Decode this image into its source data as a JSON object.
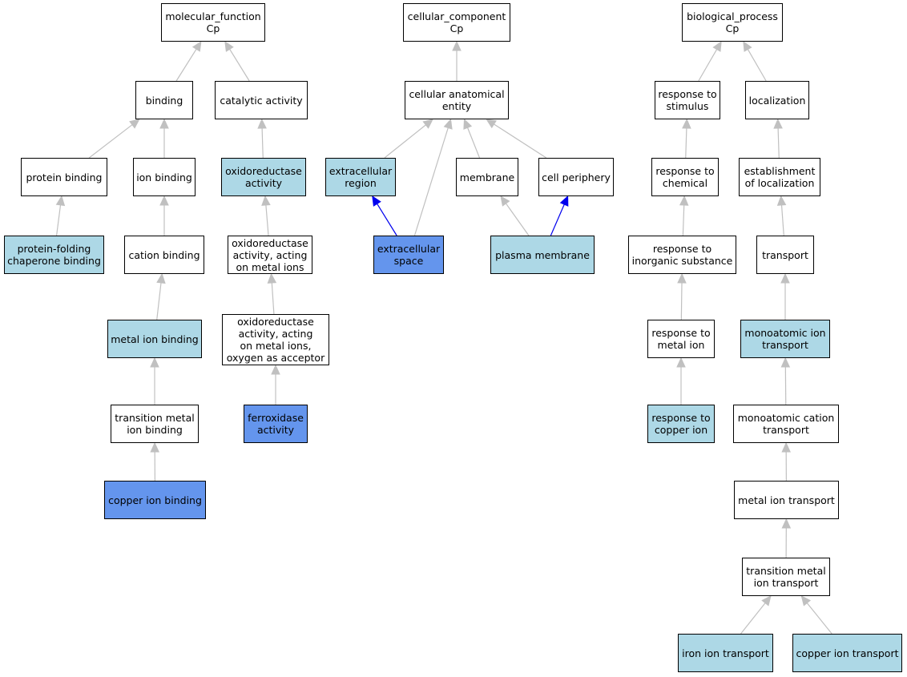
{
  "colors": {
    "plain": "#ffffff",
    "light": "#add8e6",
    "dark": "#6495ed",
    "edge_gray": "#c0c0c0",
    "edge_blue": "#0000ee"
  },
  "nodes": {
    "mf": {
      "label": "molecular_function\nCp",
      "style": "plain"
    },
    "binding": {
      "label": "binding",
      "style": "plain"
    },
    "catalytic": {
      "label": "catalytic activity",
      "style": "plain"
    },
    "protein_binding": {
      "label": "protein binding",
      "style": "plain"
    },
    "ion_binding": {
      "label": "ion binding",
      "style": "plain"
    },
    "oxidoreductase": {
      "label": "oxidoreductase\nactivity",
      "style": "light"
    },
    "chaperone": {
      "label": "protein-folding\nchaperone binding",
      "style": "light"
    },
    "cation_binding": {
      "label": "cation binding",
      "style": "plain"
    },
    "oxido_metal": {
      "label": "oxidoreductase\nactivity, acting\non metal ions",
      "style": "plain"
    },
    "metal_ion_binding": {
      "label": "metal ion binding",
      "style": "light"
    },
    "oxido_oxygen": {
      "label": "oxidoreductase\nactivity, acting\non metal ions,\noxygen as acceptor",
      "style": "plain"
    },
    "transition_metal_binding": {
      "label": "transition metal\nion binding",
      "style": "plain"
    },
    "ferroxidase": {
      "label": "ferroxidase\nactivity",
      "style": "dark"
    },
    "copper_binding": {
      "label": "copper ion binding",
      "style": "dark"
    },
    "cc": {
      "label": "cellular_component\nCp",
      "style": "plain"
    },
    "anatomical": {
      "label": "cellular anatomical\nentity",
      "style": "plain"
    },
    "extracellular_region": {
      "label": "extracellular\nregion",
      "style": "light"
    },
    "membrane": {
      "label": "membrane",
      "style": "plain"
    },
    "cell_periphery": {
      "label": "cell periphery",
      "style": "plain"
    },
    "extracellular_space": {
      "label": "extracellular\nspace",
      "style": "dark"
    },
    "plasma_membrane": {
      "label": "plasma membrane",
      "style": "light"
    },
    "bp": {
      "label": "biological_process\nCp",
      "style": "plain"
    },
    "stimulus": {
      "label": "response to\nstimulus",
      "style": "plain"
    },
    "localization": {
      "label": "localization",
      "style": "plain"
    },
    "chemical": {
      "label": "response to\nchemical",
      "style": "plain"
    },
    "establishment": {
      "label": "establishment\nof localization",
      "style": "plain"
    },
    "inorganic": {
      "label": "response to\ninorganic substance",
      "style": "plain"
    },
    "transport": {
      "label": "transport",
      "style": "plain"
    },
    "metal_ion_resp": {
      "label": "response to\nmetal ion",
      "style": "plain"
    },
    "monoatomic_ion": {
      "label": "monoatomic ion\ntransport",
      "style": "light"
    },
    "copper_resp": {
      "label": "response to\ncopper ion",
      "style": "light"
    },
    "monoatomic_cation": {
      "label": "monoatomic cation\ntransport",
      "style": "plain"
    },
    "metal_ion_transport": {
      "label": "metal ion transport",
      "style": "plain"
    },
    "transition_transport": {
      "label": "transition metal\nion transport",
      "style": "plain"
    },
    "iron_transport": {
      "label": "iron ion transport",
      "style": "light"
    },
    "copper_transport": {
      "label": "copper ion transport",
      "style": "light"
    }
  },
  "edges": [
    {
      "from": "binding",
      "to": "mf",
      "color": "gray"
    },
    {
      "from": "catalytic",
      "to": "mf",
      "color": "gray"
    },
    {
      "from": "protein_binding",
      "to": "binding",
      "color": "gray"
    },
    {
      "from": "ion_binding",
      "to": "binding",
      "color": "gray"
    },
    {
      "from": "oxidoreductase",
      "to": "catalytic",
      "color": "gray"
    },
    {
      "from": "chaperone",
      "to": "protein_binding",
      "color": "gray"
    },
    {
      "from": "cation_binding",
      "to": "ion_binding",
      "color": "gray"
    },
    {
      "from": "oxido_metal",
      "to": "oxidoreductase",
      "color": "gray"
    },
    {
      "from": "metal_ion_binding",
      "to": "cation_binding",
      "color": "gray"
    },
    {
      "from": "oxido_oxygen",
      "to": "oxido_metal",
      "color": "gray"
    },
    {
      "from": "transition_metal_binding",
      "to": "metal_ion_binding",
      "color": "gray"
    },
    {
      "from": "ferroxidase",
      "to": "oxido_oxygen",
      "color": "gray"
    },
    {
      "from": "copper_binding",
      "to": "transition_metal_binding",
      "color": "gray"
    },
    {
      "from": "anatomical",
      "to": "cc",
      "color": "gray"
    },
    {
      "from": "extracellular_region",
      "to": "anatomical",
      "color": "gray"
    },
    {
      "from": "membrane",
      "to": "anatomical",
      "color": "gray"
    },
    {
      "from": "cell_periphery",
      "to": "anatomical",
      "color": "gray"
    },
    {
      "from": "extracellular_space",
      "to": "anatomical",
      "color": "gray"
    },
    {
      "from": "extracellular_space",
      "to": "extracellular_region",
      "color": "blue"
    },
    {
      "from": "plasma_membrane",
      "to": "membrane",
      "color": "gray"
    },
    {
      "from": "plasma_membrane",
      "to": "cell_periphery",
      "color": "blue"
    },
    {
      "from": "stimulus",
      "to": "bp",
      "color": "gray"
    },
    {
      "from": "localization",
      "to": "bp",
      "color": "gray"
    },
    {
      "from": "chemical",
      "to": "stimulus",
      "color": "gray"
    },
    {
      "from": "establishment",
      "to": "localization",
      "color": "gray"
    },
    {
      "from": "inorganic",
      "to": "chemical",
      "color": "gray"
    },
    {
      "from": "transport",
      "to": "establishment",
      "color": "gray"
    },
    {
      "from": "metal_ion_resp",
      "to": "inorganic",
      "color": "gray"
    },
    {
      "from": "monoatomic_ion",
      "to": "transport",
      "color": "gray"
    },
    {
      "from": "copper_resp",
      "to": "metal_ion_resp",
      "color": "gray"
    },
    {
      "from": "monoatomic_cation",
      "to": "monoatomic_ion",
      "color": "gray"
    },
    {
      "from": "metal_ion_transport",
      "to": "monoatomic_cation",
      "color": "gray"
    },
    {
      "from": "transition_transport",
      "to": "metal_ion_transport",
      "color": "gray"
    },
    {
      "from": "iron_transport",
      "to": "transition_transport",
      "color": "gray"
    },
    {
      "from": "copper_transport",
      "to": "transition_transport",
      "color": "gray"
    }
  ]
}
